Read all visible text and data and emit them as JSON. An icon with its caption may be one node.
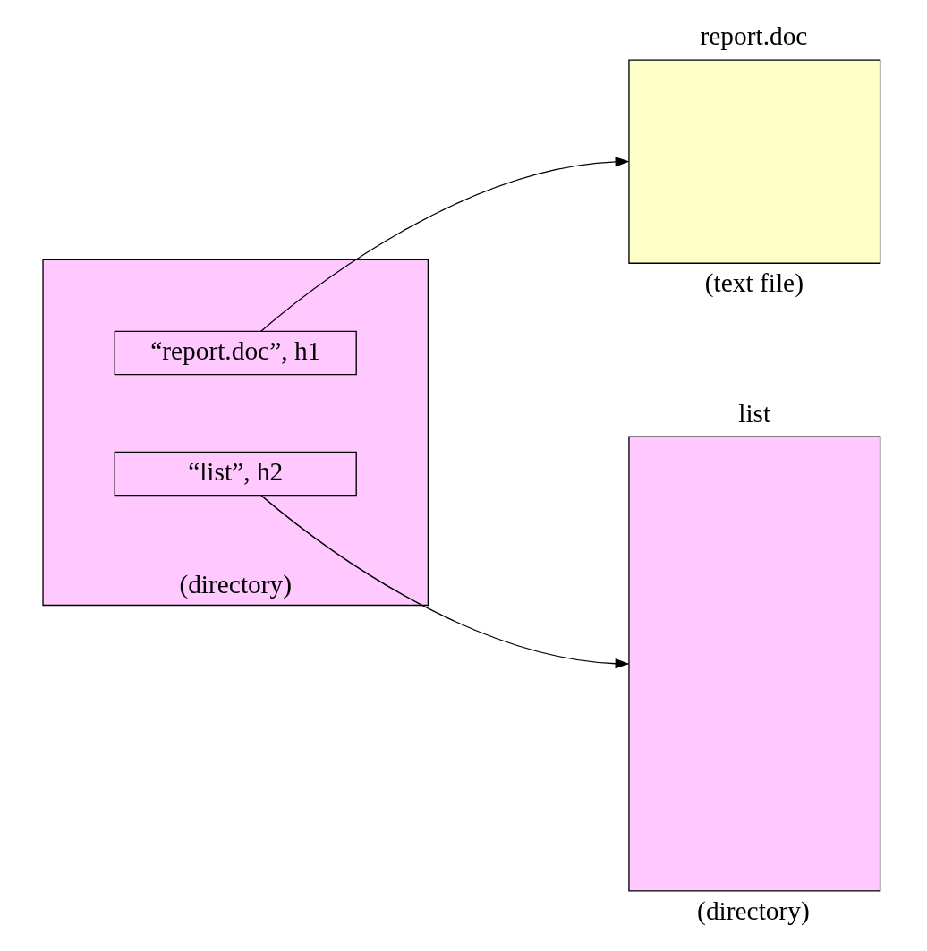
{
  "diagram": {
    "nodes": [
      {
        "text": [],
        "shape": "box",
        "beside": [
          "(directory)"
        ]
      },
      {
        "text": [
          "“report.doc”, h1"
        ],
        "in": 0
      },
      {
        "text": [
          "“list”, h2"
        ],
        "in": 0
      },
      {
        "text": [
          "report.doc"
        ],
        "beside": [
          "(text file)"
        ]
      },
      {
        "text": [
          "list"
        ],
        "beside": [
          "(directory)"
        ]
      }
    ],
    "edges": [
      {
        "from": 1,
        "to": 3,
        "arrow": "to"
      },
      {
        "from": 2,
        "to": 4,
        "arrow": "to"
      }
    ]
  }
}
